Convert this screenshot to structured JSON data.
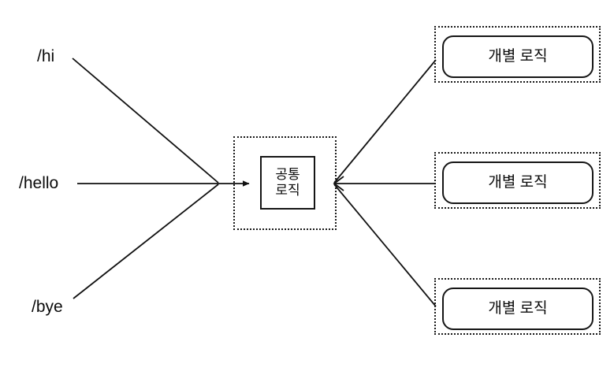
{
  "diagram": {
    "type": "flow-diagram",
    "background_color": "#ffffff",
    "line_color": "#111111",
    "routes": [
      {
        "label": "/hi"
      },
      {
        "label": "/hello"
      },
      {
        "label": "/bye"
      }
    ],
    "common": {
      "label": "공통\n로직"
    },
    "individual": [
      {
        "label": "개별 로직"
      },
      {
        "label": "개별 로직"
      },
      {
        "label": "개별 로직"
      }
    ]
  }
}
